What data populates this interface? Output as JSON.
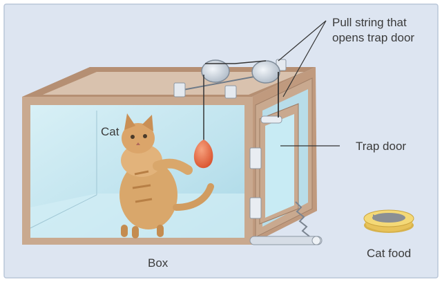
{
  "labels": {
    "pull_string": [
      "Pull string that",
      "opens trap door"
    ],
    "trap_door": "Trap door",
    "cat": "Cat",
    "box": "Box",
    "cat_food": "Cat food"
  },
  "colors": {
    "background": "#dde5f1",
    "wood": "#c9a98f",
    "wood_dark": "#a17f67",
    "glass": "#bfe3ee",
    "cat": "#d9a76b",
    "weight": "#e0673e",
    "pulley": "#cfd8e2",
    "bowl": "#f2d070"
  }
}
